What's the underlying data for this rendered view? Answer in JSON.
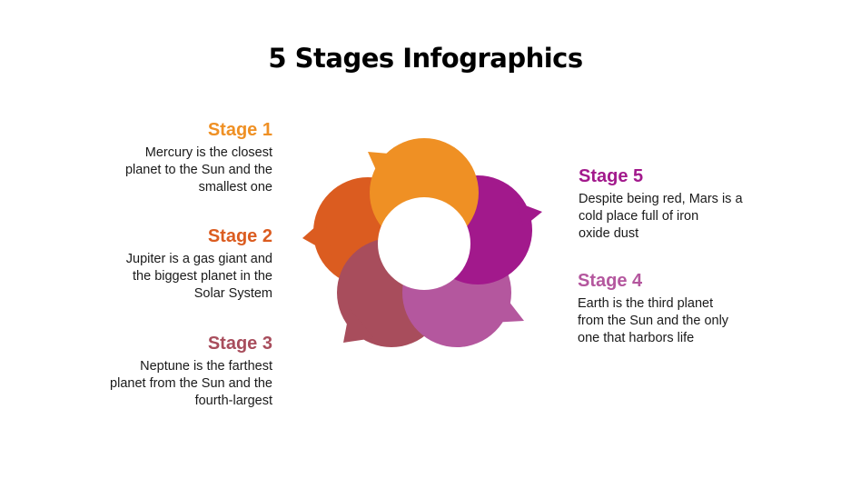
{
  "title": "5 Stages Infographics",
  "stages": [
    {
      "label": "Stage 1",
      "description_lines": [
        "Mercury is the closest",
        "planet to the Sun and the",
        "smallest one"
      ],
      "color": "#EF9024"
    },
    {
      "label": "Stage 2",
      "description_lines": [
        "Jupiter is a gas giant and",
        "the biggest planet in the",
        "Solar System"
      ],
      "color": "#DB5C20"
    },
    {
      "label": "Stage 3",
      "description_lines": [
        "Neptune is the farthest",
        "planet from the Sun and the",
        "fourth-largest"
      ],
      "color": "#A84D5C"
    },
    {
      "label": "Stage 4",
      "description_lines": [
        "Earth is the third planet",
        "from the Sun and the only",
        "one that harbors life"
      ],
      "color": "#B4579E"
    },
    {
      "label": "Stage 5",
      "description_lines": [
        "Despite being red, Mars is a",
        "cold place full of iron",
        "oxide dust"
      ],
      "color": "#A2198C"
    }
  ],
  "diagram": {
    "shape": "speech-bubble-flower",
    "center_hole_color": "#FFFFFF"
  }
}
